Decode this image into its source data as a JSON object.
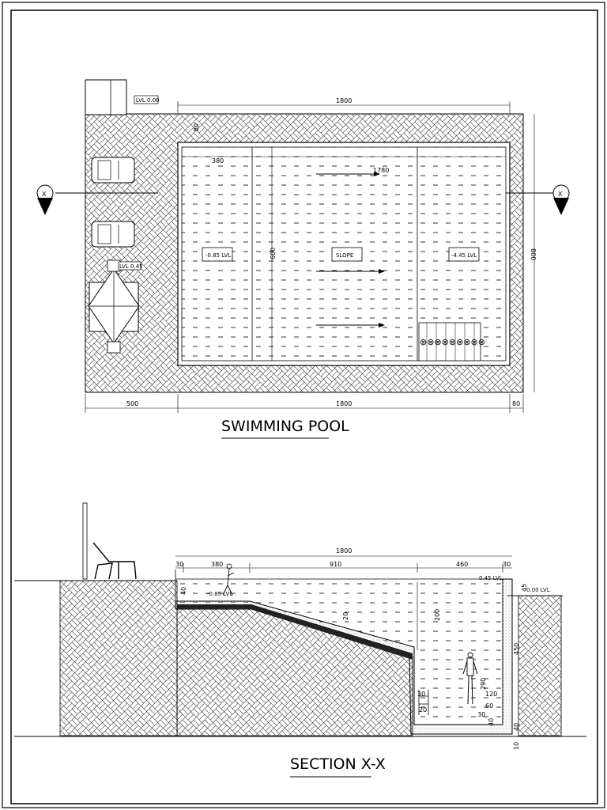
{
  "plan": {
    "title": "SWIMMING POOL",
    "level_top": "LVL 0.00",
    "level_deck": "LVL 0.45",
    "dim_top_total": "1800",
    "dim_deck_top": "80",
    "dim_left_strip": "500",
    "dim_shallow": "380",
    "dim_lane": "1780",
    "dim_width_inner": "600",
    "dim_width_total": "800",
    "dim_bottom_left": "500",
    "dim_bottom_total": "1800",
    "dim_bottom_right": "80",
    "lvl_shallow": "-0.85 LVL",
    "slope": "SLOPE",
    "lvl_deep": "-4.45 LVL",
    "section_mark": "X"
  },
  "section": {
    "title": "SECTION X-X",
    "dim_total": "1800",
    "dim_a": "30",
    "dim_b": "380",
    "dim_c": "910",
    "dim_d": "460",
    "dim_e": "30",
    "lvl_shallow": "-0.85 LVL",
    "lvl_deep_top": "0.45 LVL",
    "lvl_ground": "0.00 LVL",
    "v_40": "40",
    "v_20": "20",
    "v_200": "200",
    "v_290": "290",
    "v_45": "45",
    "v_120": "120",
    "v_30": "30",
    "v_60": "60",
    "v_10": "10",
    "v_450": "450",
    "v_40b": "40",
    "v_40c": "40",
    "v_30b": "30",
    "v_20b": "20"
  }
}
